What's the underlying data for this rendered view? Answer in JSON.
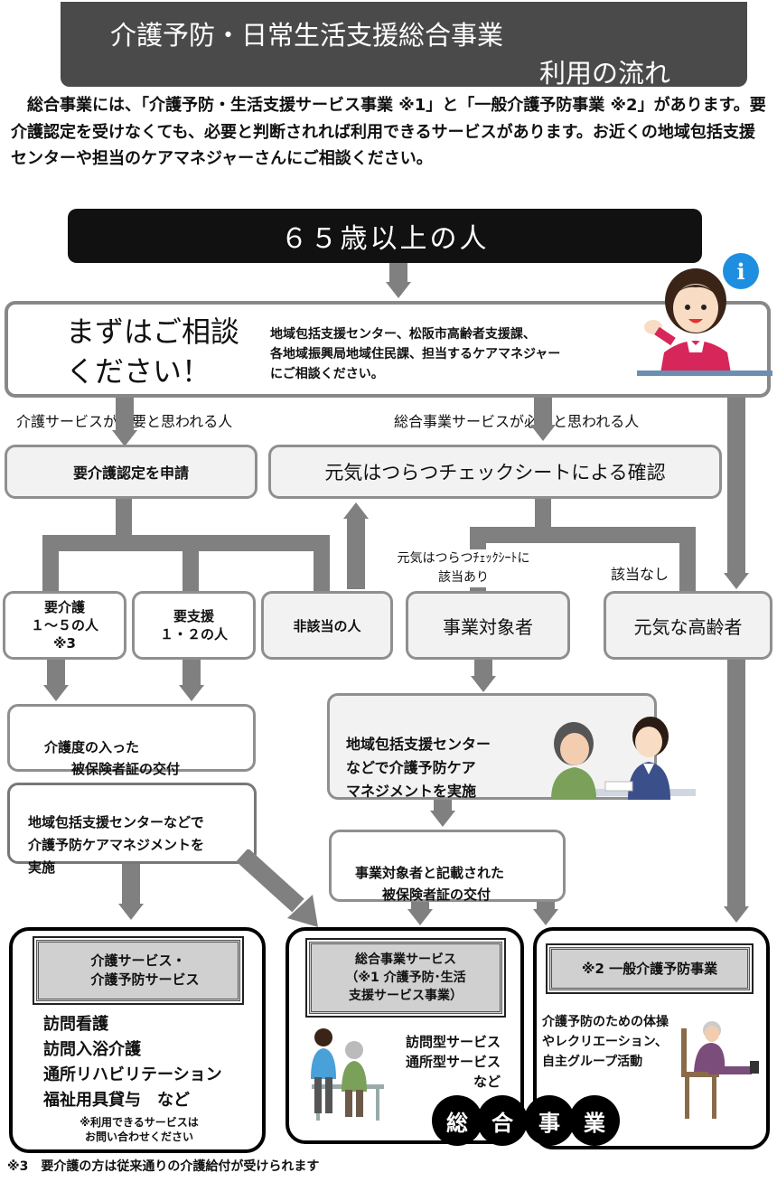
{
  "header": {
    "title": "介護予防・日常生活支援総合事業",
    "subtitle": "利用の流れ"
  },
  "intro": "　総合事業には、「介護予防・生活支援サービス事業 ※1」と「一般介護予防事業 ※2」があります。要介護認定を受けなくても、必要と判断されれば利用できるサービスがあります。お近くの地域包括支援センターや担当のケアマネジャーさんにご相談ください。",
  "age_banner": "６５歳以上の人",
  "consult": {
    "heading": "まずはご相談\nください！",
    "text": "地域包括支援センター、松阪市高齢者支援課、\n各地域振興局地域住民課、担当するケアマネジャー\nにご相談ください。"
  },
  "labels": {
    "care_needed": "介護サービスが必要と思われる人",
    "sogo_needed": "総合事業サービスが必要と思われる人",
    "applicable": "元気はつらつﾁｪｯｸｼｰﾄに\n該当あり",
    "not_applicable": "該当なし"
  },
  "flow": {
    "apply": "要介護認定を申請",
    "checksheet": "元気はつらつチェックシートによる確認",
    "kaigo": "要介護\n１～５の人\n※3",
    "shien": "要支援\n１・２の人",
    "higaito": "非該当の人",
    "jigyo_taisho": "事業対象者",
    "genki": "元気な高齢者",
    "card": "介護度の入った\n　　被保険者証の交付",
    "center_mgmt": "地域包括支援センター\nなどで介護予防ケア\nマネジメントを実施",
    "center_mgmt_left": "地域包括支援センターなどで\n介護予防ケアマネジメントを\n実施",
    "taisho_card": "事業対象者と記載された\n　　被保険者証の交付"
  },
  "services": {
    "care": {
      "title": "介護サービス・\n　介護予防サービス",
      "items": [
        "訪問看護",
        "訪問入浴介護",
        "通所リハビリテーション",
        "福祉用具貸与　など"
      ],
      "note": "※利用できるサービスは\nお問い合わせください"
    },
    "sogo": {
      "title": "総合事業サービス\n（※1 介護予防･生活\n支援サービス事業）",
      "items": "訪問型サービス\n通所型サービス\nなど"
    },
    "general": {
      "title": "※2 一般介護予防事業",
      "items": "介護予防のための体操\nやレクリエーション、\n自主グループ活動"
    }
  },
  "sogo_label": [
    "総",
    "合",
    "事",
    "業"
  ],
  "footnote": "※3　要介護の方は従来通りの介護給付が受けられます"
}
